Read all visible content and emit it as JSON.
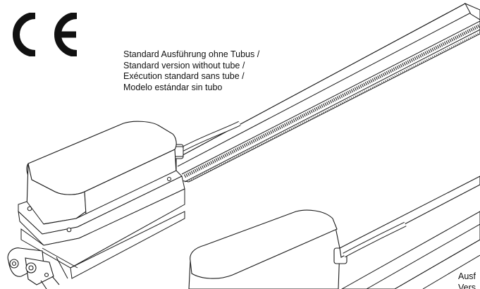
{
  "ce_mark": {
    "text": "CE"
  },
  "caption_top": {
    "lines": [
      "Standard Ausführung ohne Tubus /",
      "Standard version without tube /",
      "Exécution standard sans tube /",
      "Modelo estándar sin tubo"
    ]
  },
  "caption_bottom": {
    "lines": [
      "Ausf",
      "Vers"
    ]
  },
  "colors": {
    "line": "#1a1a1a",
    "fill": "#ffffff",
    "rack": "#333333"
  },
  "icons": {
    "ce": "ce-mark-icon",
    "actuator": "linear-actuator-drawing"
  }
}
